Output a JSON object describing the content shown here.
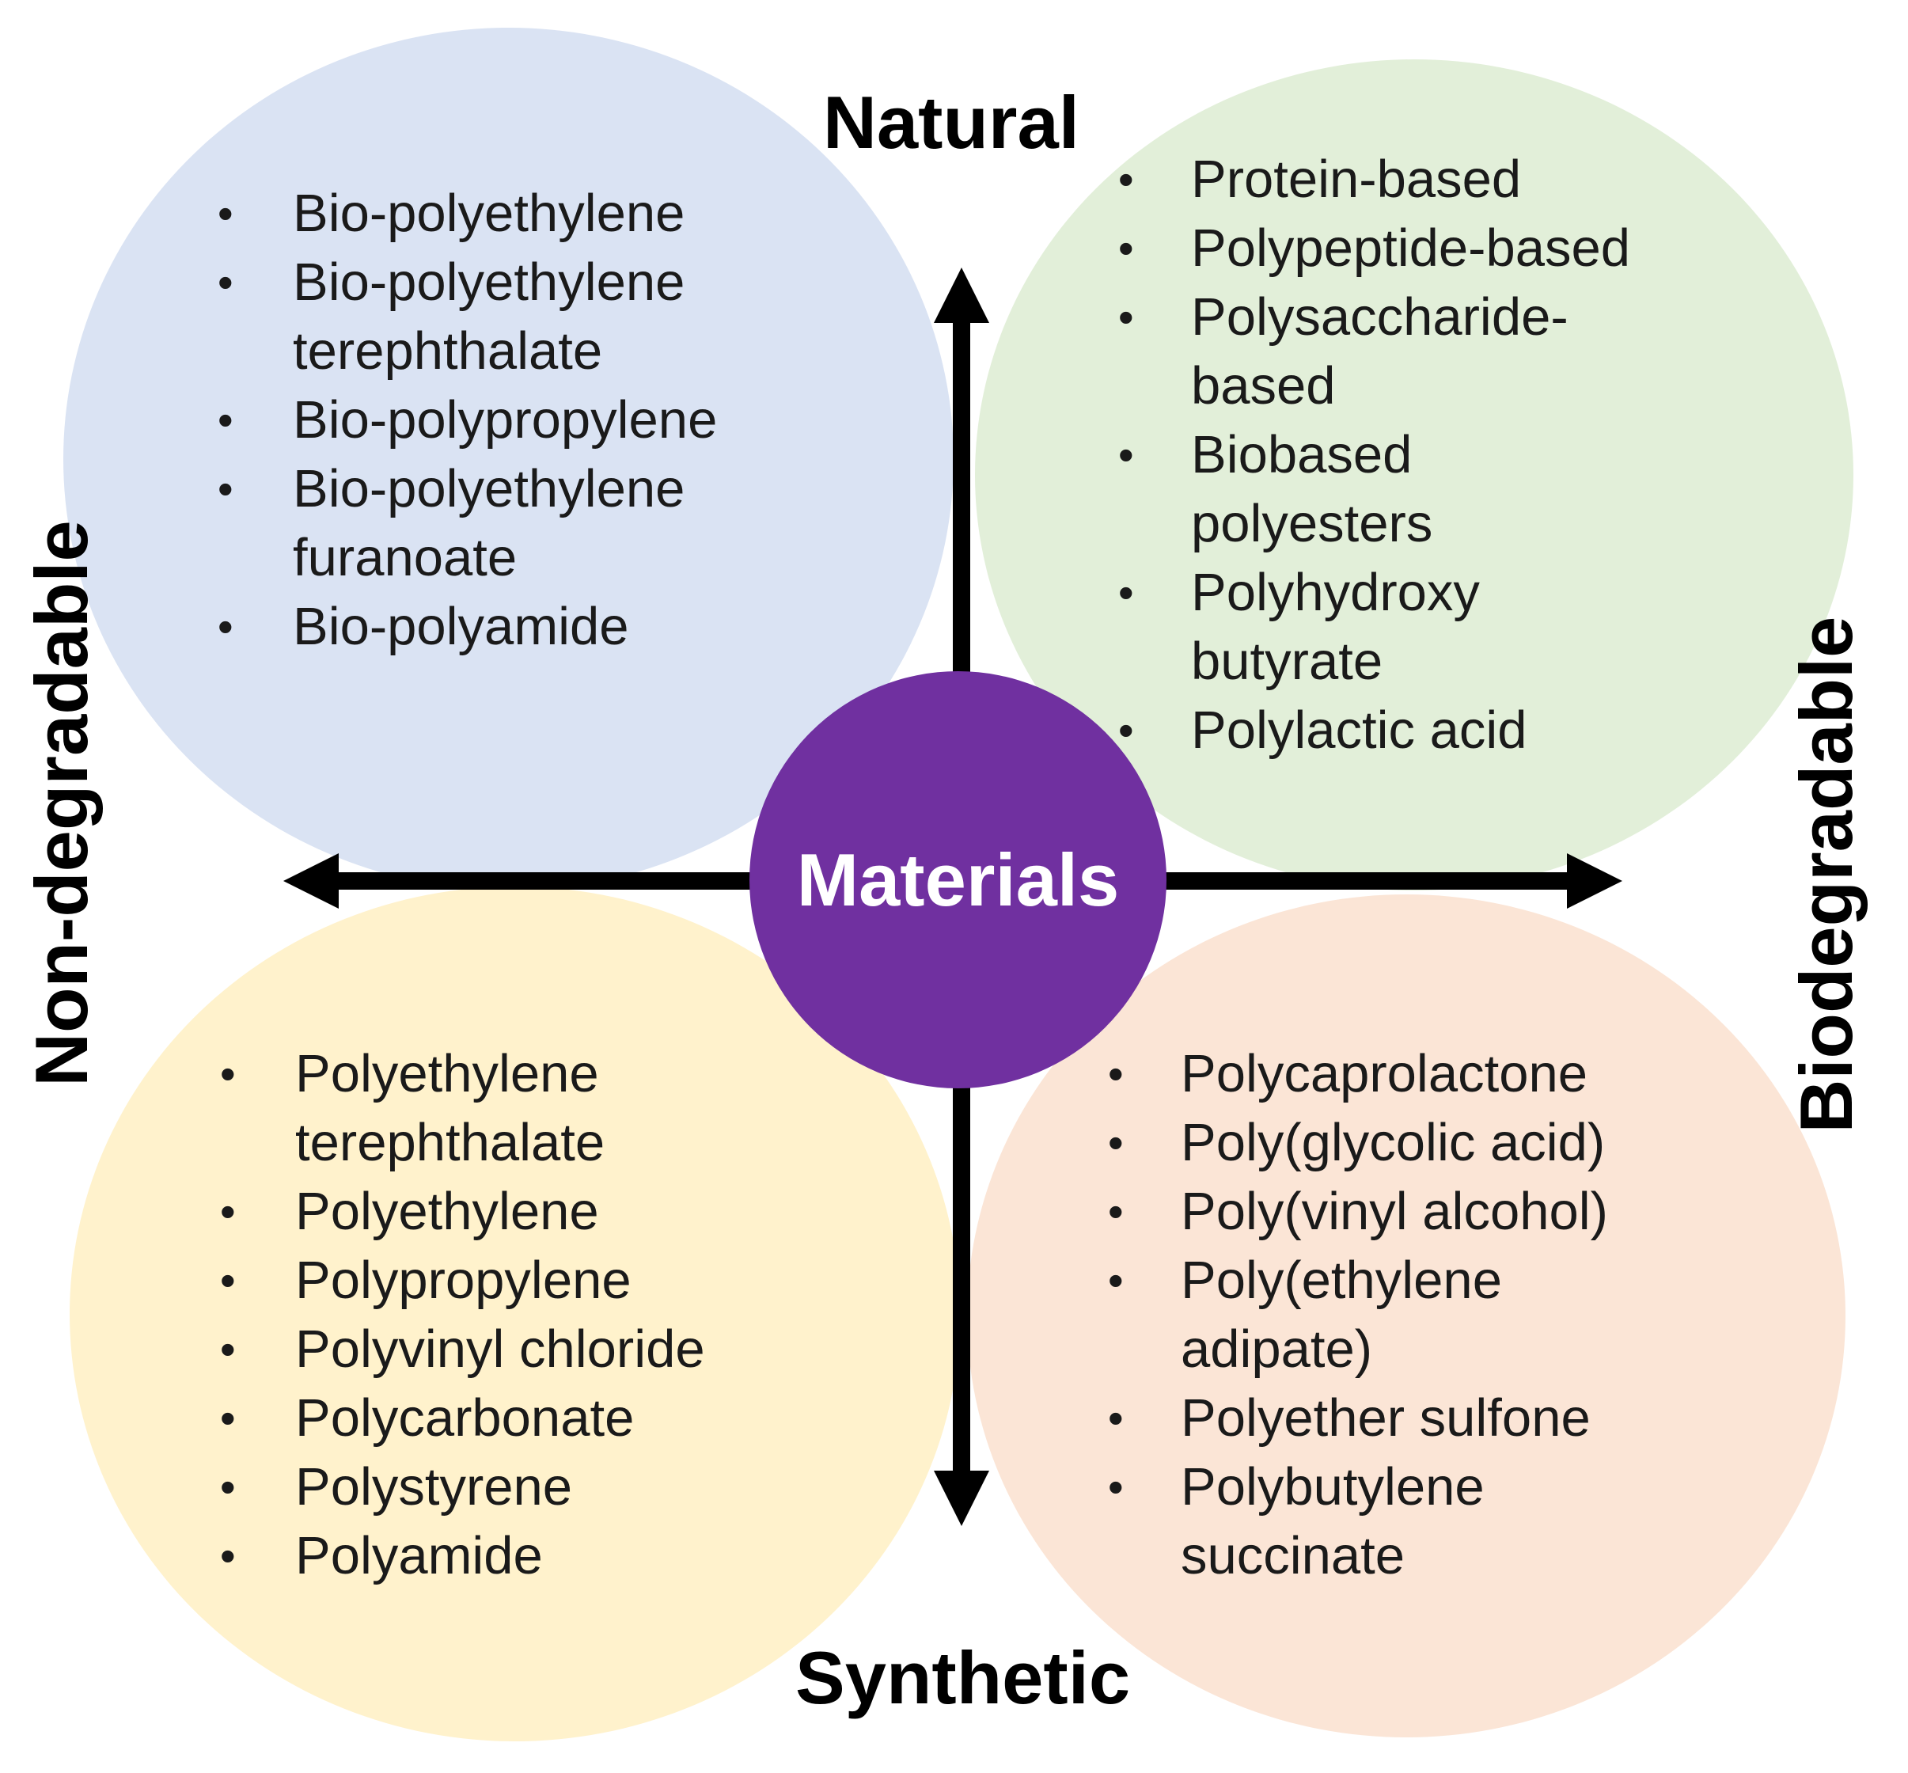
{
  "colors": {
    "natural_nondegradable": "#dae3f3",
    "natural_biodegradable": "#e2efd9",
    "synthetic_nondegradable": "#fff2cc",
    "synthetic_biodegradable": "#fbe5d6",
    "center": "#7030a0",
    "axis": "#000000"
  },
  "center": {
    "label": "Materials"
  },
  "axes": {
    "top": "Natural",
    "bottom": "Synthetic",
    "left": "Non-degradable",
    "right": "Biodegradable"
  },
  "quadrants": {
    "natural_nondegradable": {
      "items": [
        [
          "Bio-polyethylene"
        ],
        [
          "Bio-polyethylene",
          "terephthalate"
        ],
        [
          "Bio-polypropylene"
        ],
        [
          "Bio-polyethylene",
          "furanoate"
        ],
        [
          "Bio-polyamide"
        ]
      ]
    },
    "natural_biodegradable": {
      "items": [
        [
          "Protein-based"
        ],
        [
          "Polypeptide-based"
        ],
        [
          "Polysaccharide-",
          "based"
        ],
        [
          "Biobased",
          "polyesters"
        ],
        [
          "Polyhydroxy",
          "butyrate"
        ],
        [
          "Polylactic acid"
        ]
      ]
    },
    "synthetic_nondegradable": {
      "items": [
        [
          "Polyethylene",
          "terephthalate"
        ],
        [
          "Polyethylene"
        ],
        [
          "Polypropylene"
        ],
        [
          "Polyvinyl chloride"
        ],
        [
          "Polycarbonate"
        ],
        [
          "Polystyrene"
        ],
        [
          "Polyamide"
        ]
      ]
    },
    "synthetic_biodegradable": {
      "items": [
        [
          "Polycaprolactone"
        ],
        [
          "Poly(glycolic acid)"
        ],
        [
          "Poly(vinyl alcohol)"
        ],
        [
          "Poly(ethylene",
          "adipate)"
        ],
        [
          "Polyether sulfone"
        ],
        [
          "Polybutylene",
          "succinate"
        ]
      ]
    }
  }
}
